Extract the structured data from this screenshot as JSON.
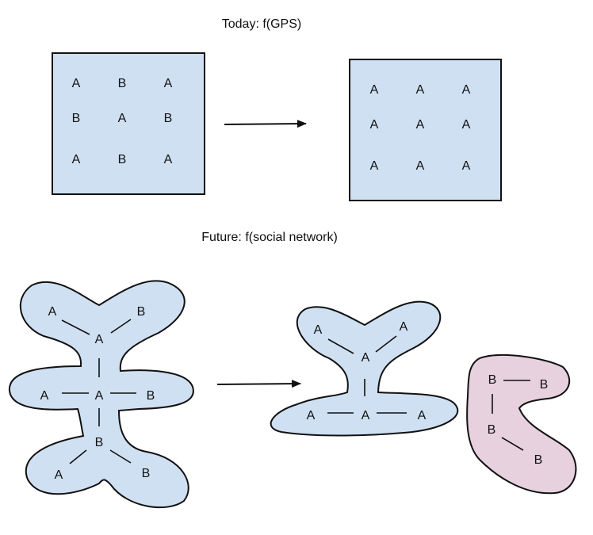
{
  "captions": {
    "today": "Today: f(GPS)",
    "future": "Future: f(social network)"
  },
  "colors": {
    "blue_fill": "#cfe0f2",
    "pink_fill": "#e8d1de",
    "stroke": "#111111"
  },
  "gps_before": {
    "rows": [
      [
        "A",
        "B",
        "A"
      ],
      [
        "B",
        "A",
        "B"
      ],
      [
        "A",
        "B",
        "A"
      ]
    ]
  },
  "gps_after": {
    "rows": [
      [
        "A",
        "A",
        "A"
      ],
      [
        "A",
        "A",
        "A"
      ],
      [
        "A",
        "A",
        "A"
      ]
    ]
  },
  "social_before": {
    "nodes": [
      "A",
      "B",
      "A",
      "A",
      "A",
      "B",
      "B",
      "A",
      "B"
    ]
  },
  "social_after_a": {
    "nodes": [
      "A",
      "A",
      "A",
      "A",
      "A",
      "A"
    ]
  },
  "social_after_b": {
    "nodes": [
      "B",
      "B",
      "B",
      "B"
    ]
  }
}
